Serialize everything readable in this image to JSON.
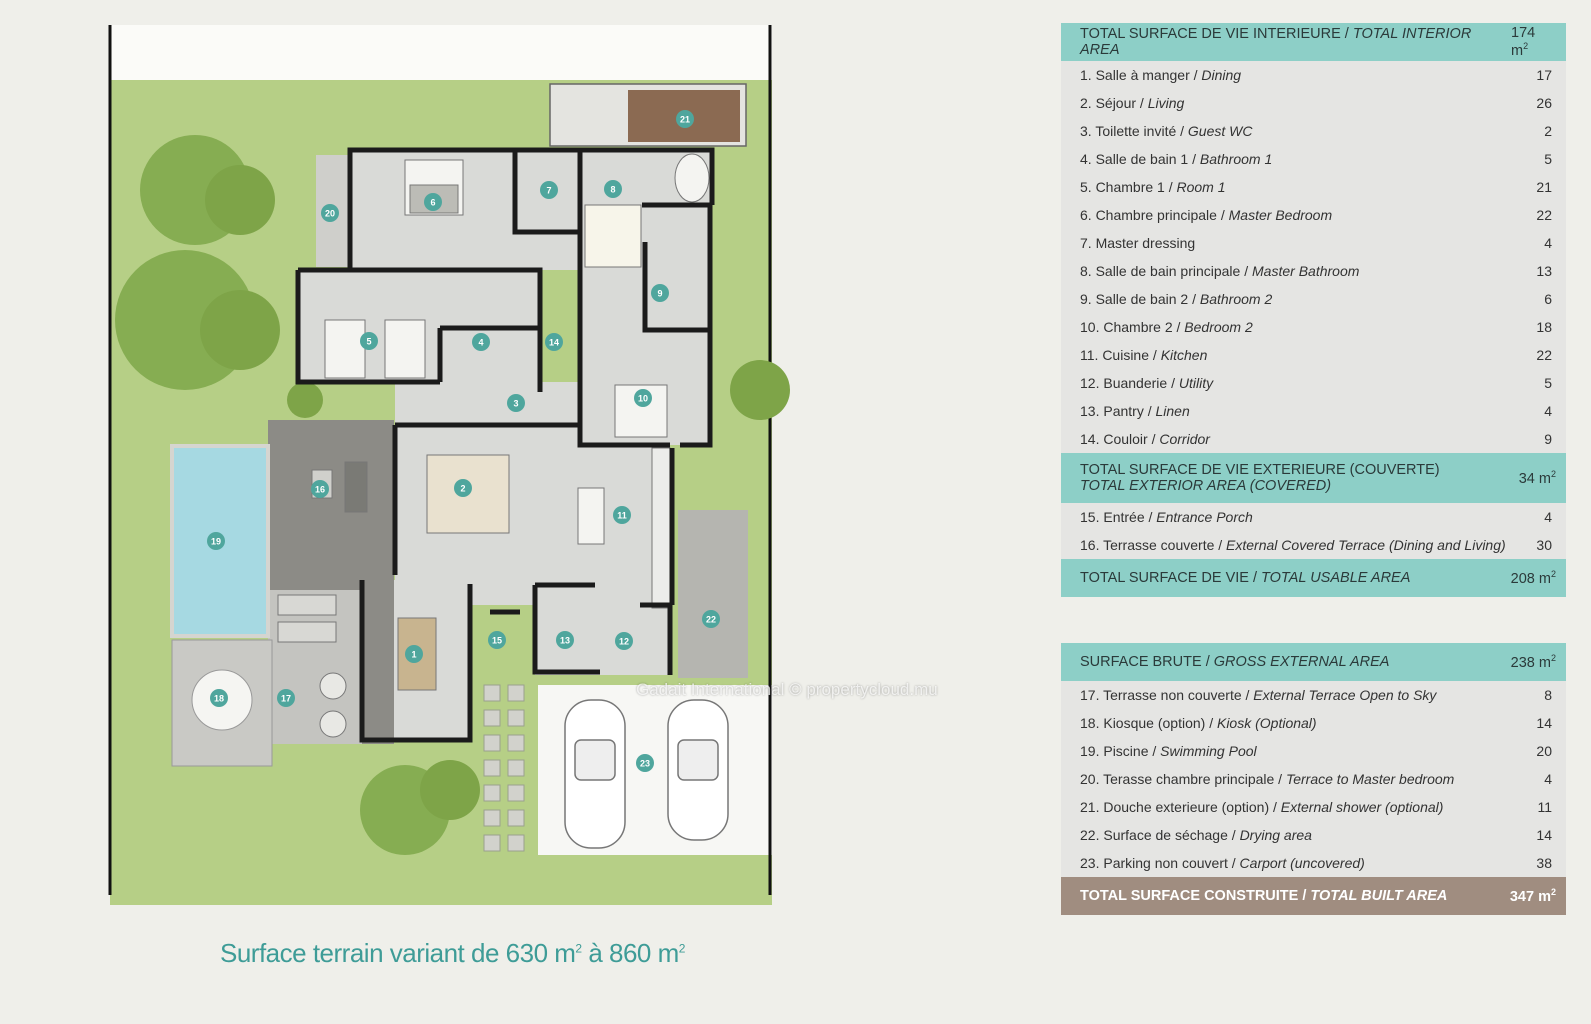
{
  "caption": {
    "text_before": "Surface terrain variant de 630 m",
    "sup1": "2",
    "text_middle": " à 860 m",
    "sup2": "2"
  },
  "watermark": "Gadait International © propertycloud.mu",
  "plan": {
    "room_markers": [
      "1",
      "2",
      "3",
      "4",
      "5",
      "6",
      "7",
      "8",
      "9",
      "10",
      "11",
      "12",
      "13",
      "14",
      "15",
      "16",
      "17",
      "18",
      "19",
      "20",
      "21",
      "22",
      "23"
    ],
    "colors": {
      "lawn": "#b6cf86",
      "floor": "#d9dad7",
      "wall": "#1b1b1b",
      "terrace": "#8c8b86",
      "pool": "#a6d9e2",
      "marker": "#4fa69d",
      "bedspread": "#bcbcb6",
      "deck": "#8b6a52",
      "tree": "#86ad52"
    }
  },
  "interior": {
    "header_fr": "TOTAL SURFACE DE VIE INTERIEURE",
    "header_sep": " / ",
    "header_en": "TOTAL INTERIOR AREA",
    "header_value": "174 m",
    "header_unit_sup": "2",
    "rows": [
      {
        "fr": "1. Salle à manger",
        "en": "Dining",
        "value": "17"
      },
      {
        "fr": "2. Séjour",
        "en": "Living",
        "value": "26"
      },
      {
        "fr": "3. Toilette invité",
        "en": "Guest WC",
        "value": "2"
      },
      {
        "fr": "4. Salle de bain 1",
        "en": "Bathroom 1",
        "value": "5"
      },
      {
        "fr": "5. Chambre 1",
        "en": "Room 1",
        "value": "21"
      },
      {
        "fr": "6. Chambre principale",
        "en": "Master Bedroom",
        "value": "22"
      },
      {
        "fr": "7. Master dressing",
        "en": "",
        "value": "4"
      },
      {
        "fr": "8. Salle de bain principale",
        "en": "Master Bathroom",
        "value": "13"
      },
      {
        "fr": "9. Salle de bain 2",
        "en": "Bathroom 2",
        "value": "6"
      },
      {
        "fr": "10. Chambre 2",
        "en": "Bedroom 2",
        "value": "18"
      },
      {
        "fr": "11. Cuisine",
        "en": "Kitchen",
        "value": "22"
      },
      {
        "fr": "12. Buanderie",
        "en": "Utility",
        "value": "5"
      },
      {
        "fr": "13. Pantry",
        "en": "Linen",
        "value": "4"
      },
      {
        "fr": "14. Couloir",
        "en": "Corridor",
        "value": "9"
      }
    ]
  },
  "exterior": {
    "header_fr": "TOTAL SURFACE DE VIE EXTERIEURE (COUVERTE)",
    "header_en": "TOTAL EXTERIOR AREA (COVERED)",
    "header_value": "34 m",
    "header_unit_sup": "2",
    "rows": [
      {
        "fr": "15. Entrée",
        "en": "Entrance Porch",
        "value": "4"
      },
      {
        "fr": "16. Terrasse couverte",
        "en": "External Covered Terrace (Dining and Living)",
        "value": "30"
      }
    ]
  },
  "usable": {
    "header_fr": "TOTAL SURFACE DE VIE",
    "header_sep": " / ",
    "header_en": "TOTAL USABLE AREA",
    "header_value": "208 m",
    "header_unit_sup": "2"
  },
  "gross": {
    "header_fr": "SURFACE BRUTE",
    "header_sep": " / ",
    "header_en": "GROSS EXTERNAL AREA",
    "header_value": "238 m",
    "header_unit_sup": "2",
    "rows": [
      {
        "fr": "17. Terrasse non couverte",
        "en": "External Terrace Open to Sky",
        "value": "8"
      },
      {
        "fr": "18. Kiosque (option)",
        "en": "Kiosk (Optional)",
        "value": "14"
      },
      {
        "fr": "19. Piscine",
        "en": "Swimming Pool",
        "value": "20"
      },
      {
        "fr": "20. Terasse chambre principale",
        "en": "Terrace to Master bedroom",
        "value": "4"
      },
      {
        "fr": "21. Douche exterieure (option)",
        "en": "External shower (optional)",
        "value": "11"
      },
      {
        "fr": "22. Surface de séchage",
        "en": "Drying area",
        "value": "14"
      },
      {
        "fr": "23. Parking non couvert",
        "en": "Carport (uncovered)",
        "value": "38"
      }
    ]
  },
  "built": {
    "label_fr": "TOTAL SURFACE CONSTRUITE",
    "label_sep": " / ",
    "label_en": "TOTAL BUILT AREA",
    "value": "347 m",
    "unit_sup": "2"
  }
}
